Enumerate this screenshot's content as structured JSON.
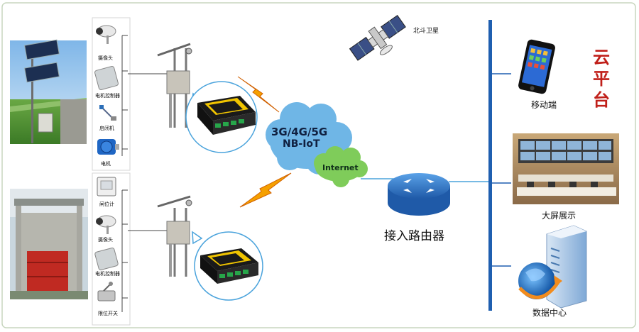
{
  "satellite_label": "北斗卫星",
  "cloud_platform": "云平台",
  "network_line1": "3G/4G/5G",
  "network_line2": "NB-IoT",
  "internet_label": "Internet",
  "router_label": "接入路由器",
  "clients": {
    "mobile": "移动端",
    "big_screen": "大屏展示",
    "data_center": "数据中心"
  },
  "site1_devices": [
    "摄像头",
    "电机控制器",
    "启闭机",
    "电机"
  ],
  "site2_devices": [
    "闸位计",
    "摄像头",
    "电机控制器",
    "限位开关"
  ],
  "colors": {
    "backbone": "#1f5fb0",
    "cloud_blue": "#6fb6e6",
    "cloud_green": "#7fcc5a",
    "router_blue": "#3a7ecb",
    "accent_red": "#c0201a",
    "lightning": "#f5a000",
    "gateway_panel": "#f0c400"
  }
}
